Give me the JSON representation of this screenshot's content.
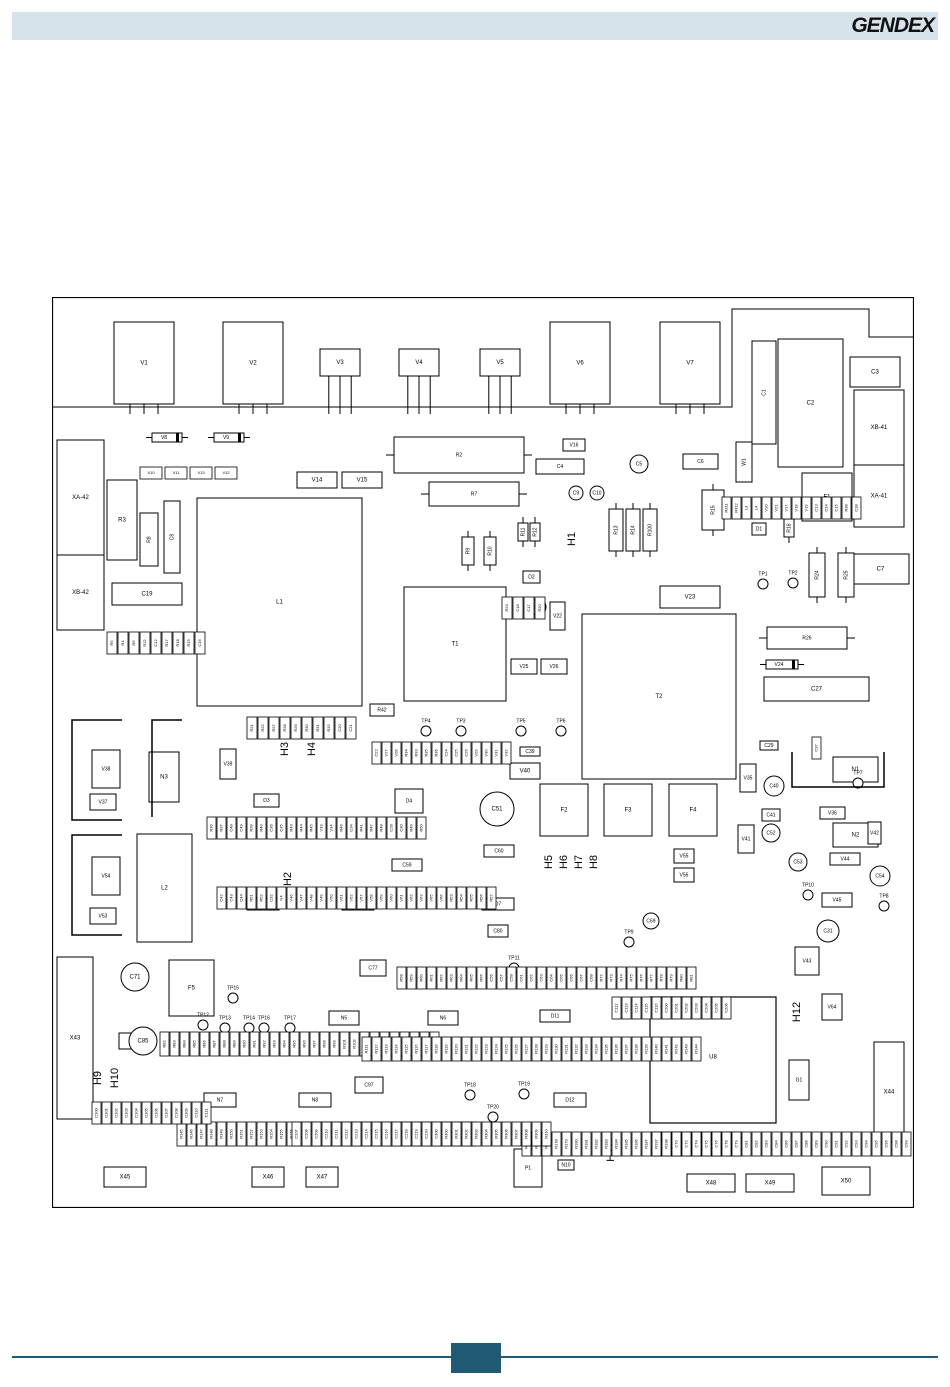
{
  "header": {
    "logo_text": "GENDEX",
    "bar_color": "#d6e3ea"
  },
  "footer": {
    "page_number": "",
    "accent_color": "#1f5a72"
  },
  "board": {
    "rect_parts": [
      [
        "V1"
      ],
      [
        "V2"
      ],
      [
        "V3"
      ],
      [
        "V4"
      ],
      [
        "V5"
      ],
      [
        "V6"
      ],
      [
        "V7"
      ],
      [
        "C1"
      ],
      [
        "C2"
      ],
      [
        "C3"
      ],
      [
        "XB-41"
      ],
      [
        "XA-41"
      ],
      [
        "F1"
      ],
      [
        "C7"
      ],
      [
        "XA-42"
      ],
      [
        "XB-42"
      ],
      [
        "R3"
      ],
      [
        "R8"
      ],
      [
        "C8"
      ],
      [
        "C19"
      ],
      [
        "L1"
      ],
      [
        "T1"
      ],
      [
        "T2"
      ],
      [
        "C4"
      ],
      [
        "C6"
      ],
      [
        "W1"
      ],
      [
        "V23"
      ],
      [
        "C27"
      ],
      [
        "N1"
      ],
      [
        "N2"
      ],
      [
        "F2"
      ],
      [
        "F3"
      ],
      [
        "F4"
      ],
      [
        "L2"
      ],
      [
        "F5"
      ],
      [
        "N3"
      ],
      [
        "V38"
      ],
      [
        "V37"
      ],
      [
        "V54"
      ],
      [
        "V53"
      ],
      [
        "C77"
      ],
      [
        "P1"
      ],
      [
        "V14"
      ],
      [
        "V15"
      ],
      [
        "R42"
      ],
      [
        "D3"
      ],
      [
        "D4"
      ],
      [
        "D5"
      ],
      [
        "D6"
      ],
      [
        "D7"
      ],
      [
        "D11"
      ],
      [
        "D12"
      ],
      [
        "N5"
      ],
      [
        "N6"
      ],
      [
        "N7"
      ],
      [
        "N8"
      ],
      [
        "C97"
      ],
      [
        "C59"
      ],
      [
        "C60"
      ],
      [
        "V39"
      ],
      [
        "V40"
      ],
      [
        "V36"
      ],
      [
        "V44"
      ],
      [
        "V45"
      ],
      [
        "V55"
      ],
      [
        "V56"
      ],
      [
        "V25"
      ],
      [
        "V26"
      ],
      [
        "C41"
      ],
      [
        "C73"
      ],
      [
        "V64"
      ],
      [
        "G1"
      ],
      [
        "V43"
      ],
      [
        "X44"
      ],
      [
        "X45"
      ],
      [
        "X46"
      ],
      [
        "X47"
      ],
      [
        "X48"
      ],
      [
        "X49"
      ],
      [
        "X50"
      ],
      [
        "X43"
      ],
      [
        "N10"
      ],
      [
        "V16"
      ],
      [
        "V22"
      ],
      [
        "C80"
      ],
      [
        "C39"
      ],
      [
        "V35"
      ],
      [
        "V41"
      ],
      [
        "V42"
      ],
      [
        "D1"
      ],
      [
        "D2"
      ],
      [
        "C29"
      ]
    ],
    "resistors": [
      "R2",
      "R7",
      "R26",
      "R24",
      "R25",
      "R9",
      "R10",
      "R11",
      "R12",
      "R15",
      "R13",
      "R14",
      "R100",
      "R16"
    ],
    "diodes": [
      "V8",
      "V9",
      "V24"
    ],
    "caps": [
      "C5",
      "C9",
      "C10",
      "C23",
      "C40",
      "C51",
      "C52",
      "C53",
      "C54",
      "C31",
      "C69",
      "C71",
      "C85"
    ],
    "test_points": [
      "TP1",
      "TP2",
      "TP3",
      "TP4",
      "TP5",
      "TP6",
      "TP7",
      "TP8",
      "TP9",
      "TP10",
      "TP11",
      "TP12",
      "TP13",
      "TP14",
      "TP15",
      "TP16",
      "TP17",
      "TP18",
      "TP19",
      "TP20"
    ],
    "ic_label": "U8",
    "h_labels": [
      "H1",
      "H2",
      "H3",
      "H4",
      "H5",
      "H6",
      "H7",
      "H8",
      "H9",
      "H10",
      "H11",
      "H12"
    ],
    "small_labels": [
      "V10",
      "V11",
      "V13",
      "V12",
      "R5",
      "R4",
      "R6",
      "RJ2",
      "C12",
      "R17",
      "R18",
      "R19",
      "C16",
      "R23",
      "C18",
      "C17",
      "R20",
      "R21",
      "R22",
      "R27",
      "R28",
      "R29",
      "R30",
      "R31",
      "R32",
      "C20",
      "C21",
      "C22",
      "V27",
      "V28",
      "R34",
      "R33",
      "R35",
      "R36",
      "C24",
      "C25",
      "C26",
      "V29",
      "V30",
      "V31",
      "V32",
      "R36",
      "R37",
      "C48",
      "C49",
      "R39",
      "R40",
      "C36",
      "C35",
      "R43",
      "R44",
      "R45",
      "V33",
      "V34",
      "R46",
      "C34",
      "R41",
      "R47",
      "R48",
      "C28",
      "C30",
      "R49",
      "R50",
      "C42",
      "C43",
      "C44",
      "R51",
      "R52",
      "C32",
      "N4",
      "V46",
      "V47",
      "V48",
      "V49",
      "V50",
      "V51",
      "V52",
      "V57",
      "V58",
      "V59",
      "V60",
      "V61",
      "V62",
      "V63",
      "V65",
      "V66",
      "R53",
      "R54",
      "R55",
      "R56",
      "R57",
      "R58",
      "R59",
      "R60",
      "R61",
      "R62",
      "R63",
      "R64",
      "R65",
      "R66",
      "C56",
      "C57",
      "C58",
      "C61",
      "C62",
      "C63",
      "C64",
      "C65",
      "C66",
      "C67",
      "C68",
      "R72",
      "R73",
      "R74",
      "R75",
      "R76",
      "R77",
      "R78",
      "R79",
      "R80",
      "R81",
      "R82",
      "R83",
      "R84",
      "R85",
      "R86",
      "R87",
      "R88",
      "R89",
      "R90",
      "R91",
      "R92",
      "R93",
      "R94",
      "R95",
      "R96",
      "R97",
      "R98",
      "R99",
      "R101",
      "R102",
      "R103",
      "R104",
      "R105",
      "R106",
      "R107",
      "R108",
      "R109",
      "R110",
      "R111",
      "R112",
      "R113",
      "R114",
      "R115",
      "R116",
      "R117",
      "R118",
      "R119",
      "R120",
      "R121",
      "R122",
      "R123",
      "R124",
      "R125",
      "R126",
      "R127",
      "R128",
      "R129",
      "R130",
      "R131",
      "R132",
      "R133",
      "R134",
      "R135",
      "R136",
      "R137",
      "R138",
      "R139",
      "R140",
      "R141",
      "R142",
      "R143",
      "R144",
      "R145",
      "R146",
      "R147",
      "R148",
      "R149",
      "R150",
      "R151",
      "R152",
      "R153",
      "R154",
      "R155",
      "R156",
      "R157",
      "R158",
      "R159",
      "R160",
      "R161",
      "R162",
      "R163",
      "R164",
      "R165",
      "R166",
      "R167",
      "R168",
      "R169",
      "R170",
      "R171",
      "R172",
      "R173",
      "R174",
      "R175",
      "R176",
      "R177",
      "R178",
      "R179",
      "R180",
      "R181",
      "R182",
      "R183",
      "R184",
      "R185",
      "R186",
      "R187",
      "R188",
      "R189",
      "R190",
      "R191",
      "R192",
      "R193",
      "R194",
      "R195",
      "R196",
      "R197",
      "R198",
      "C70",
      "C72",
      "C74",
      "C75",
      "C76",
      "C78",
      "C79",
      "C81",
      "C82",
      "C83",
      "C84",
      "C86",
      "C87",
      "C88",
      "C89",
      "C90",
      "C91",
      "C92",
      "C93",
      "C94",
      "C95",
      "C96",
      "C98",
      "C99",
      "C100",
      "C101",
      "C102",
      "C103",
      "C104",
      "C105",
      "C106",
      "C107",
      "C108",
      "C109",
      "C110",
      "C111",
      "C112",
      "C113",
      "C114",
      "C115",
      "C116",
      "C200",
      "C201",
      "C202",
      "C203",
      "C204",
      "C205",
      "C206",
      "C207",
      "C208",
      "C209",
      "C210",
      "C211",
      "C212",
      "C213",
      "C214",
      "C215",
      "C216",
      "C217",
      "C218",
      "C219",
      "C220",
      "C300",
      "R300",
      "R301",
      "R302",
      "R303",
      "R304",
      "R305",
      "R306",
      "R307",
      "R308",
      "R309",
      "R310",
      "R311",
      "R312",
      "L3",
      "L4",
      "V20",
      "V21",
      "V17",
      "V18",
      "V19",
      "C13",
      "C14",
      "C15",
      "R38",
      "C38",
      "C37"
    ]
  }
}
